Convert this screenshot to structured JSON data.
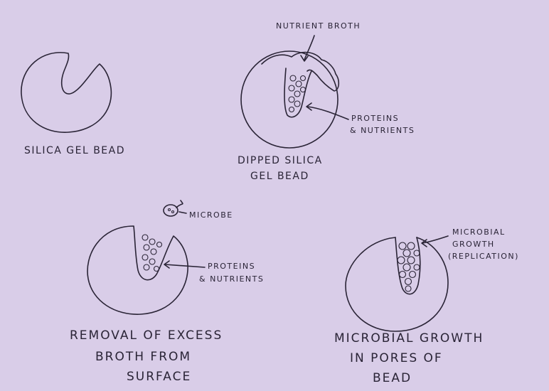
{
  "labels": {
    "silica_gel_bead": "Silica Gel Bead",
    "nutrient_broth": "Nutrient Broth",
    "proteins_nutrients_1_line1": "Proteins",
    "proteins_nutrients_1_line2": "& Nutrients",
    "dipped_line1": "Dipped Silica",
    "dipped_line2": "Gel Bead",
    "microbe": "Microbe",
    "proteins_nutrients_2_line1": "Proteins",
    "proteins_nutrients_2_line2": "& Nutrients",
    "removal_line1": "Removal of Excess",
    "removal_line2": "Broth from",
    "removal_line3": "Surface",
    "microbial_growth_line1": "Microbial",
    "microbial_growth_line2": "Growth",
    "microbial_growth_line3": "(Replication)",
    "growth_pores_line1": "Microbial Growth",
    "growth_pores_line2": "in Pores of",
    "growth_pores_line3": "Bead"
  }
}
